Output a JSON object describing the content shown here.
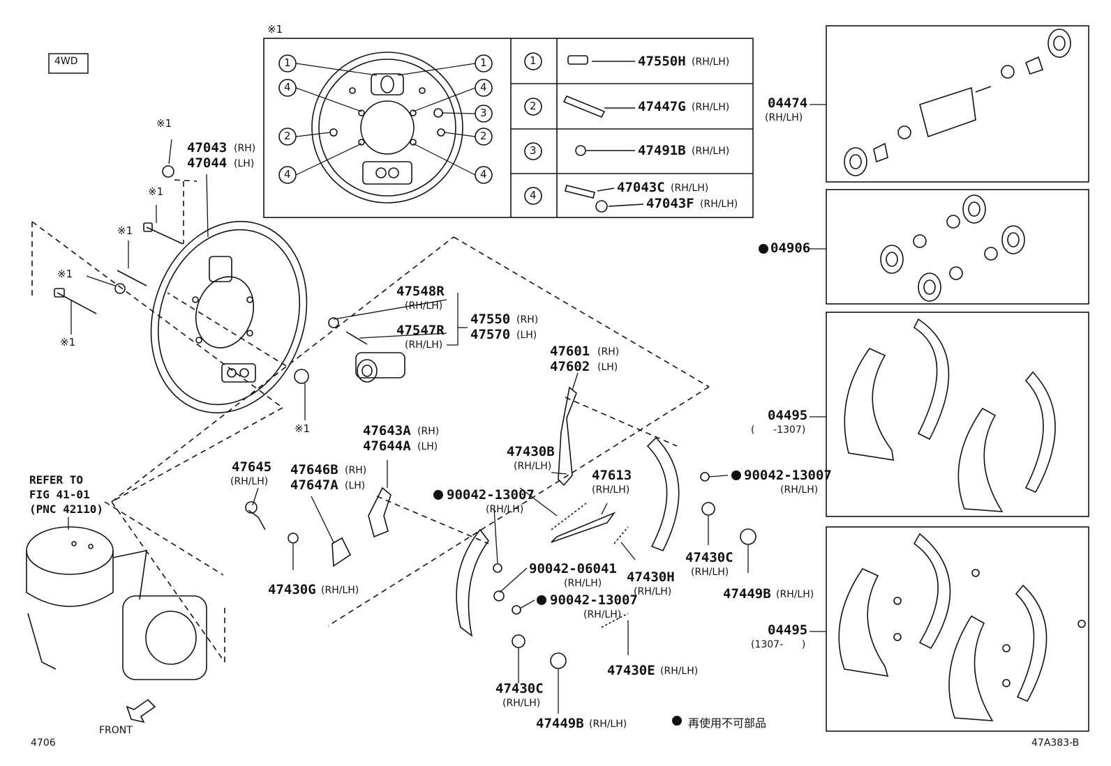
{
  "variant_badge": "4WD",
  "fig_number": "4706",
  "drawing_number": "47A383-B",
  "front_label": "FRONT",
  "legend_text": "再使用不可部品",
  "note_mark": "※1",
  "refer": {
    "line1": "REFER TO",
    "line2": "FIG 41-01",
    "line3": "(PNC 42110)"
  },
  "note_table": {
    "header": "※1",
    "rows": [
      {
        "num": "1",
        "parts": [
          {
            "pnc": "47550H",
            "side": "(RH/LH)"
          }
        ]
      },
      {
        "num": "2",
        "parts": [
          {
            "pnc": "47447G",
            "side": "(RH/LH)"
          }
        ]
      },
      {
        "num": "3",
        "parts": [
          {
            "pnc": "47491B",
            "side": "(RH/LH)"
          }
        ]
      },
      {
        "num": "4",
        "parts": [
          {
            "pnc": "47043C",
            "side": "(RH/LH)"
          },
          {
            "pnc": "47043F",
            "side": "(RH/LH)"
          }
        ]
      }
    ]
  },
  "callouts": {
    "backing_plate": {
      "l1": "47043",
      "s1": "(RH)",
      "l2": "47044",
      "s2": "(LH)"
    },
    "p47548R": {
      "pnc": "47548R",
      "side": "(RH/LH)"
    },
    "p47547R": {
      "pnc": "47547R",
      "side": "(RH/LH)"
    },
    "wheel_cyl": {
      "l1": "47550",
      "s1": "(RH)",
      "l2": "47570",
      "s2": "(LH)"
    },
    "lever": {
      "l1": "47601",
      "s1": "(RH)",
      "l2": "47602",
      "s2": "(LH)"
    },
    "p47430B": {
      "pnc": "47430B",
      "side": "(RH/LH)"
    },
    "p47613": {
      "pnc": "47613",
      "side": "(RH/LH)"
    },
    "p47643": {
      "l1": "47643A",
      "s1": "(RH)",
      "l2": "47644A",
      "s2": "(LH)"
    },
    "p47646": {
      "l1": "47646B",
      "s1": "(RH)",
      "l2": "47647A",
      "s2": "(LH)"
    },
    "p47645": {
      "pnc": "47645",
      "side": "(RH/LH)"
    },
    "p47430G": {
      "pnc": "47430G",
      "side": "(RH/LH)"
    },
    "p90042_13007_a": {
      "pnc": "90042-13007",
      "side": "(RH/LH)"
    },
    "p90042_06041": {
      "pnc": "90042-06041",
      "side": "(RH/LH)"
    },
    "p90042_13007_b": {
      "pnc": "90042-13007",
      "side": "(RH/LH)"
    },
    "p90042_13007_c": {
      "pnc": "90042-13007",
      "side": "(RH/LH)"
    },
    "p47430H": {
      "pnc": "47430H",
      "side": "(RH/LH)"
    },
    "p47430C_a": {
      "pnc": "47430C",
      "side": "(RH/LH)"
    },
    "p47449B_a": {
      "pnc": "47449B",
      "side": "(RH/LH)"
    },
    "p47430E": {
      "pnc": "47430E",
      "side": "(RH/LH)"
    },
    "p47430C_b": {
      "pnc": "47430C",
      "side": "(RH/LH)"
    },
    "p47449B_b": {
      "pnc": "47449B",
      "side": "(RH/LH)"
    },
    "p04474": {
      "pnc": "04474",
      "side": "(RH/LH)"
    },
    "p04906": {
      "pnc": "04906"
    },
    "p04495_a": {
      "pnc": "04495",
      "side": "(      -1307)"
    },
    "p04495_b": {
      "pnc": "04495",
      "side": "(1307-      )"
    }
  }
}
